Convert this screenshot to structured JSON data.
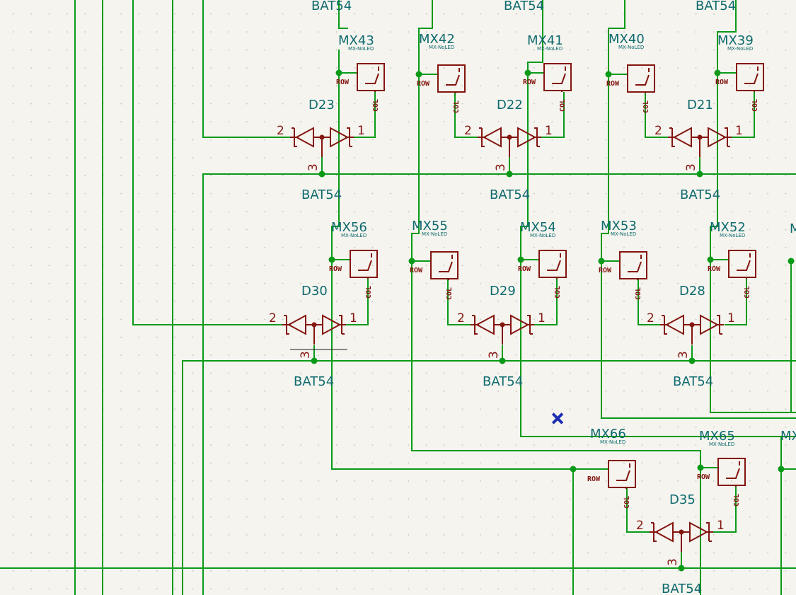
{
  "sheet": {
    "background": "#f5f4ef",
    "wire_color": "#0a9a18",
    "symbol_color": "#84150f",
    "text_color": "#0e6a6e"
  },
  "switches": [
    {
      "ref": "MX43",
      "value": "MX-NoLED",
      "row": "ROW",
      "col": "COL"
    },
    {
      "ref": "MX42",
      "value": "MX-NoLED",
      "row": "ROW",
      "col": "COL"
    },
    {
      "ref": "MX41",
      "value": "MX-NoLED",
      "row": "ROW",
      "col": "COL"
    },
    {
      "ref": "MX40",
      "value": "MX-NoLED",
      "row": "ROW",
      "col": "COL"
    },
    {
      "ref": "MX39",
      "value": "MX-NoLED",
      "row": "ROW",
      "col": "COL"
    },
    {
      "ref": "MX56",
      "value": "MX-NoLED",
      "row": "ROW",
      "col": "COL"
    },
    {
      "ref": "MX55",
      "value": "MX-NoLED",
      "row": "ROW",
      "col": "COL"
    },
    {
      "ref": "MX54",
      "value": "MX-NoLED",
      "row": "ROW",
      "col": "COL"
    },
    {
      "ref": "MX53",
      "value": "MX-NoLED",
      "row": "ROW",
      "col": "COL"
    },
    {
      "ref": "MX52",
      "value": "MX-NoLED",
      "row": "ROW",
      "col": "COL"
    },
    {
      "ref": "MX66",
      "value": "MX-NoLED",
      "row": "ROW",
      "col": "COL"
    },
    {
      "ref": "MX65",
      "value": "MX-NoLED",
      "row": "ROW",
      "col": "COL"
    }
  ],
  "diodes": [
    {
      "ref": "D23",
      "value": "BAT54",
      "pins": [
        "1",
        "2",
        "3"
      ]
    },
    {
      "ref": "D22",
      "value": "BAT54",
      "pins": [
        "1",
        "2",
        "3"
      ]
    },
    {
      "ref": "D21",
      "value": "BAT54",
      "pins": [
        "1",
        "2",
        "3"
      ]
    },
    {
      "ref": "D30",
      "value": "BAT54",
      "pins": [
        "1",
        "2",
        "3"
      ]
    },
    {
      "ref": "D29",
      "value": "BAT54",
      "pins": [
        "1",
        "2",
        "3"
      ]
    },
    {
      "ref": "D28",
      "value": "BAT54",
      "pins": [
        "1",
        "2",
        "3"
      ]
    },
    {
      "ref": "D35",
      "value": "BAT54",
      "pins": [
        "1",
        "2",
        "3"
      ]
    }
  ],
  "partial_labels": {
    "top_bat": [
      "BAT54",
      "BAT54",
      "BAT54"
    ],
    "edge_mx": "MX",
    "edge_m": "M"
  },
  "no_connect": {
    "symbol": "×"
  }
}
